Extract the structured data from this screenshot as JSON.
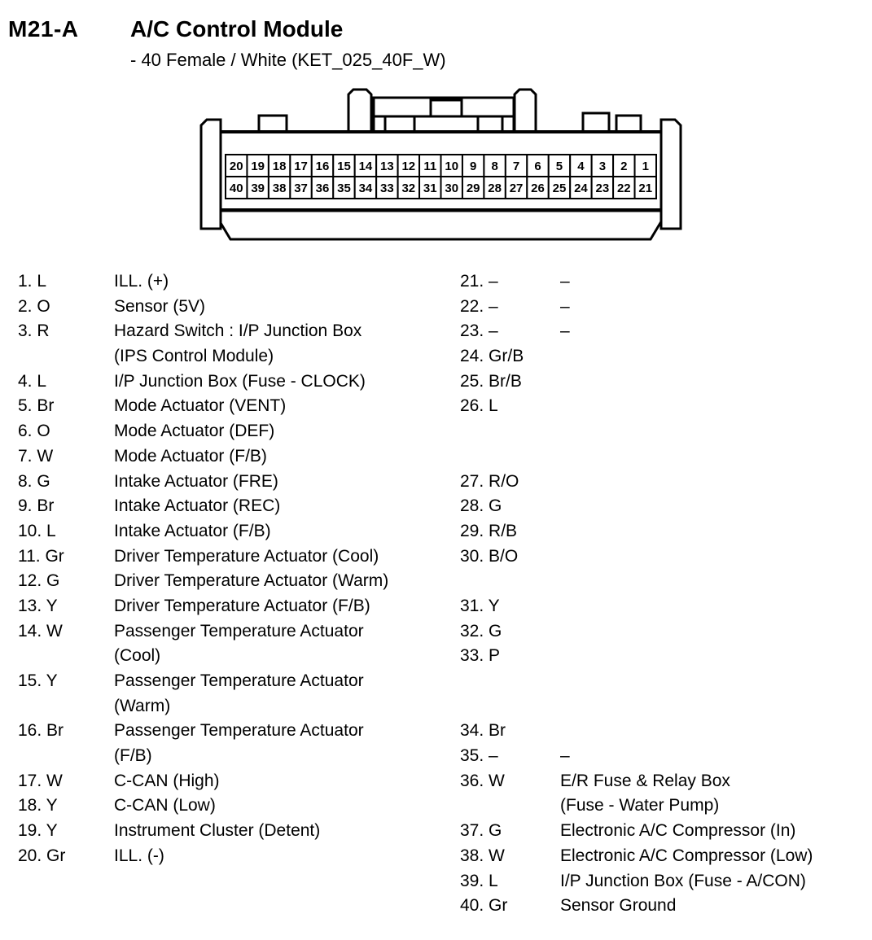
{
  "page": {
    "connector_id": "M21-A",
    "title": "A/C Control Module",
    "subtitle": "- 40 Female / White (KET_025_40F_W)"
  },
  "colors": {
    "ink": "#000000",
    "background": "#ffffff"
  },
  "connector": {
    "top_row": [
      "20",
      "19",
      "18",
      "17",
      "16",
      "15",
      "14",
      "13",
      "12",
      "11",
      "10",
      "9",
      "8",
      "7",
      "6",
      "5",
      "4",
      "3",
      "2",
      "1"
    ],
    "bottom_row": [
      "40",
      "39",
      "38",
      "37",
      "36",
      "35",
      "34",
      "33",
      "32",
      "31",
      "30",
      "29",
      "28",
      "27",
      "26",
      "25",
      "24",
      "23",
      "22",
      "21"
    ]
  },
  "pin_rows": [
    {
      "ln": "1. L",
      "ld": "ILL. (+)",
      "rn": "21. –",
      "rd": "–"
    },
    {
      "ln": "2. O",
      "ld": "Sensor (5V)",
      "rn": "22. –",
      "rd": "–"
    },
    {
      "ln": "3. R",
      "ld": "Hazard Switch : I/P Junction Box",
      "rn": "23. –",
      "rd": "–"
    },
    {
      "ln": "",
      "ld": "(IPS Control Module)",
      "rn": "24. Gr/B",
      "rd": ""
    },
    {
      "ln": "4. L",
      "ld": "I/P Junction Box (Fuse - CLOCK)",
      "rn": "25. Br/B",
      "rd": ""
    },
    {
      "ln": "5. Br",
      "ld": "Mode Actuator (VENT)",
      "rn": "26. L",
      "rd": ""
    },
    {
      "ln": "6. O",
      "ld": "Mode Actuator (DEF)",
      "rn": "",
      "rd": ""
    },
    {
      "ln": "7. W",
      "ld": "Mode Actuator (F/B)",
      "rn": "",
      "rd": ""
    },
    {
      "ln": "8. G",
      "ld": "Intake Actuator (FRE)",
      "rn": "27. R/O",
      "rd": ""
    },
    {
      "ln": "9. Br",
      "ld": "Intake Actuator (REC)",
      "rn": "28. G",
      "rd": ""
    },
    {
      "ln": "10. L",
      "ld": "Intake Actuator (F/B)",
      "rn": "29. R/B",
      "rd": ""
    },
    {
      "ln": "11. Gr",
      "ld": "Driver Temperature Actuator (Cool)",
      "rn": "30. B/O",
      "rd": ""
    },
    {
      "ln": "12. G",
      "ld": "Driver Temperature Actuator (Warm)",
      "rn": "",
      "rd": ""
    },
    {
      "ln": "13. Y",
      "ld": "Driver Temperature Actuator (F/B)",
      "rn": "31. Y",
      "rd": ""
    },
    {
      "ln": "14. W",
      "ld": "Passenger Temperature Actuator",
      "rn": "32. G",
      "rd": ""
    },
    {
      "ln": "",
      "ld": "(Cool)",
      "rn": "33. P",
      "rd": ""
    },
    {
      "ln": "15. Y",
      "ld": "Passenger Temperature Actuator",
      "rn": "",
      "rd": ""
    },
    {
      "ln": "",
      "ld": "(Warm)",
      "rn": "",
      "rd": ""
    },
    {
      "ln": "16. Br",
      "ld": "Passenger Temperature Actuator",
      "rn": "34. Br",
      "rd": ""
    },
    {
      "ln": "",
      "ld": "(F/B)",
      "rn": "35. –",
      "rd": "–"
    },
    {
      "ln": "17. W",
      "ld": "C-CAN (High)",
      "rn": "36. W",
      "rd": "E/R Fuse & Relay Box"
    },
    {
      "ln": "18. Y",
      "ld": "C-CAN (Low)",
      "rn": "",
      "rd": "(Fuse - Water Pump)"
    },
    {
      "ln": "19. Y",
      "ld": "Instrument Cluster (Detent)",
      "rn": "37. G",
      "rd": "Electronic A/C Compressor (In)"
    },
    {
      "ln": "20. Gr",
      "ld": "ILL. (-)",
      "rn": "38. W",
      "rd": "Electronic A/C Compressor (Low)"
    },
    {
      "ln": "",
      "ld": "",
      "rn": "39. L",
      "rd": "I/P Junction Box (Fuse - A/CON)"
    },
    {
      "ln": "",
      "ld": "",
      "rn": "40. Gr",
      "rd": "Sensor Ground"
    }
  ]
}
